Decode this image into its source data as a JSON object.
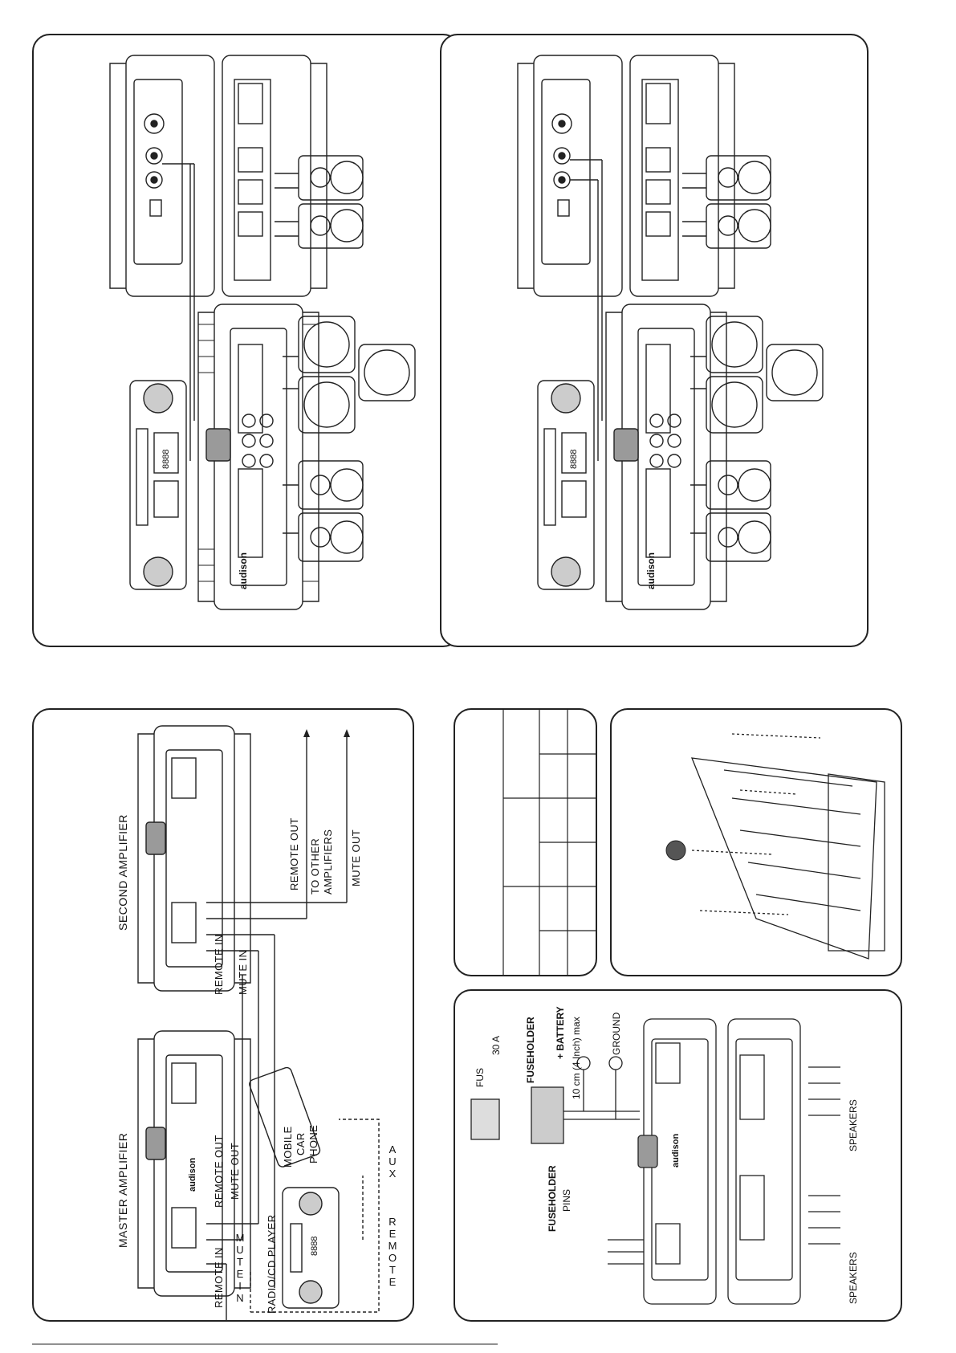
{
  "diagram_a": {
    "master_amplifier": "MASTER AMPLIFIER",
    "second_amplifier": "SECOND AMPLIFIER",
    "remote_in_1": "REMOTE IN",
    "remote_out_1": "REMOTE OUT",
    "mute_out_1": "MUTE OUT",
    "remote_in_2": "REMOTE IN",
    "mute_in_2": "MUTE IN",
    "remote_out_2": "REMOTE OUT",
    "to_other_line1": "TO OTHER",
    "to_other_line2": "AMPLIFIERS",
    "mute_out_2": "MUTE OUT",
    "radio_cd_player": "RADIO/CD PLAYER",
    "mobile": "MOBILE",
    "car": "CAR",
    "phone": "PHONE",
    "remote_vertical": [
      "R",
      "E",
      "M",
      "O",
      "T",
      "E"
    ],
    "mute_in_vertical": [
      "M",
      "U",
      "T",
      "E",
      "I",
      "N"
    ],
    "aux_vertical": [
      "A",
      "U",
      "X"
    ],
    "brand": "audison",
    "display": "8888"
  },
  "diagram_b": {
    "fus": "FUS",
    "amps": "30 A",
    "fuseholder": "FUSEHOLDER",
    "battery": "+ BATTERY",
    "length": "10 cm (4 Inch) max",
    "ground": "GROUND",
    "fuseholder_pins_1": "FUSEHOLDER",
    "fuseholder_pins_2": "PINS",
    "speakers_left": "SPEAKERS",
    "speakers_right": "SPEAKERS",
    "brand": "audison"
  },
  "top_panels": {
    "brand": "audison",
    "display": "8888"
  },
  "colors": {
    "line": "#222222",
    "grey_fill": "#9a9a9a",
    "light_fill": "#dddddd"
  }
}
